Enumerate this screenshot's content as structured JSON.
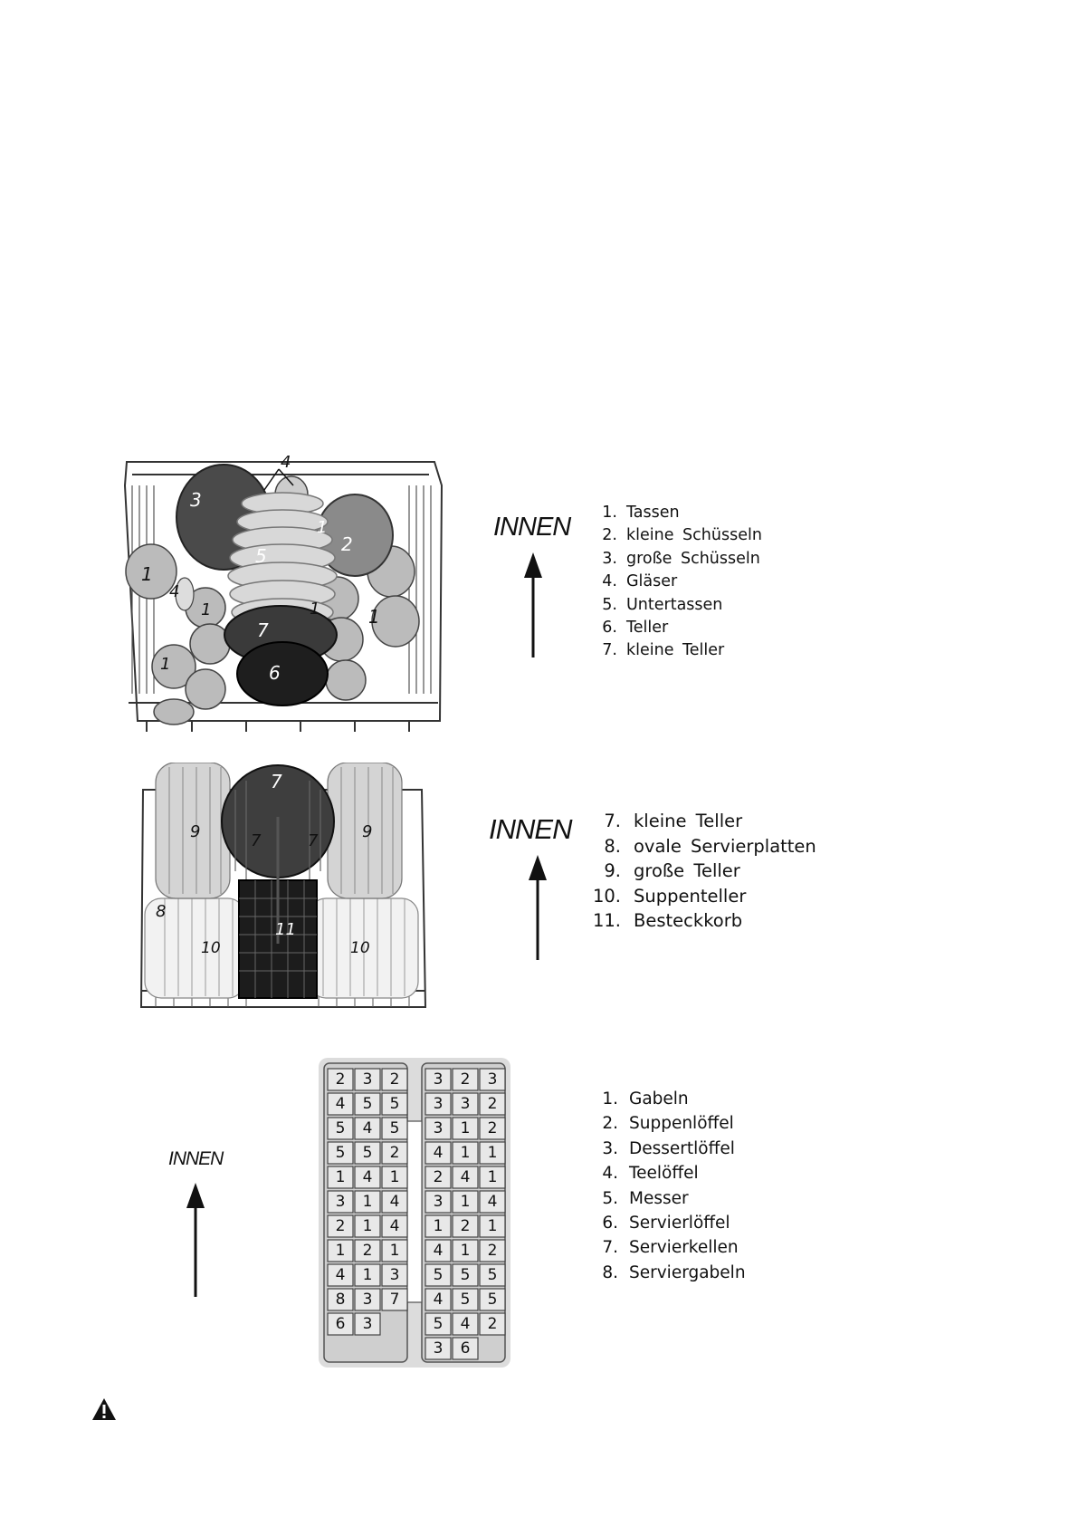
{
  "sections": [
    {
      "id": "upper-basket",
      "direction_label": "INNEN",
      "legend": [
        {
          "num": "1.",
          "text": "Tassen"
        },
        {
          "num": "2.",
          "text": "kleine  Schüsseln"
        },
        {
          "num": "3.",
          "text": "große  Schüsseln"
        },
        {
          "num": "4.",
          "text": "Gläser"
        },
        {
          "num": "5.",
          "text": "Untertassen"
        },
        {
          "num": "6.",
          "text": "Teller"
        },
        {
          "num": "7.",
          "text": "kleine  Teller"
        }
      ],
      "figure_marks": [
        "4",
        "3",
        "1",
        "2",
        "5",
        "1",
        "4",
        "1",
        "1",
        "1",
        "7",
        "1",
        "6"
      ]
    },
    {
      "id": "lower-basket",
      "direction_label": "INNEN",
      "legend": [
        {
          "num": "7.",
          "text": "kleine  Teller"
        },
        {
          "num": "8.",
          "text": "ovale  Servierplatten"
        },
        {
          "num": "9.",
          "text": "große  Teller"
        },
        {
          "num": "10.",
          "text": "Suppenteller"
        },
        {
          "num": "11.",
          "text": "Besteckkorb"
        }
      ],
      "figure_marks": [
        "7",
        "9",
        "7",
        "7",
        "9",
        "8",
        "11",
        "10",
        "10"
      ]
    },
    {
      "id": "cutlery-basket",
      "direction_label": "INNEN",
      "legend": [
        {
          "num": "1.",
          "text": "Gabeln"
        },
        {
          "num": "2.",
          "text": "Suppenlöffel"
        },
        {
          "num": "3.",
          "text": "Dessertlöffel"
        },
        {
          "num": "4.",
          "text": "Teelöffel"
        },
        {
          "num": "5.",
          "text": "Messer"
        },
        {
          "num": "6.",
          "text": "Servierlöffel"
        },
        {
          "num": "7.",
          "text": "Servierkellen"
        },
        {
          "num": "8.",
          "text": "Serviergabeln"
        }
      ],
      "basket_left_numbers": [
        "2",
        "3",
        "2",
        "4",
        "5",
        "5",
        "5",
        "4",
        "5",
        "5",
        "5",
        "2",
        "1",
        "4",
        "1",
        "3",
        "1",
        "4",
        "2",
        "1",
        "4",
        "1",
        "2",
        "1",
        "4",
        "1",
        "3",
        "8",
        "3",
        "7",
        "6",
        "3"
      ],
      "basket_right_numbers": [
        "3",
        "2",
        "3",
        "3",
        "3",
        "2",
        "3",
        "1",
        "2",
        "4",
        "1",
        "1",
        "2",
        "4",
        "1",
        "3",
        "1",
        "4",
        "1",
        "2",
        "1",
        "4",
        "1",
        "2",
        "5",
        "5",
        "5",
        "4",
        "5",
        "5",
        "5",
        "4",
        "2",
        "3",
        "6"
      ]
    }
  ],
  "warning_icon": "warning-triangle-icon"
}
